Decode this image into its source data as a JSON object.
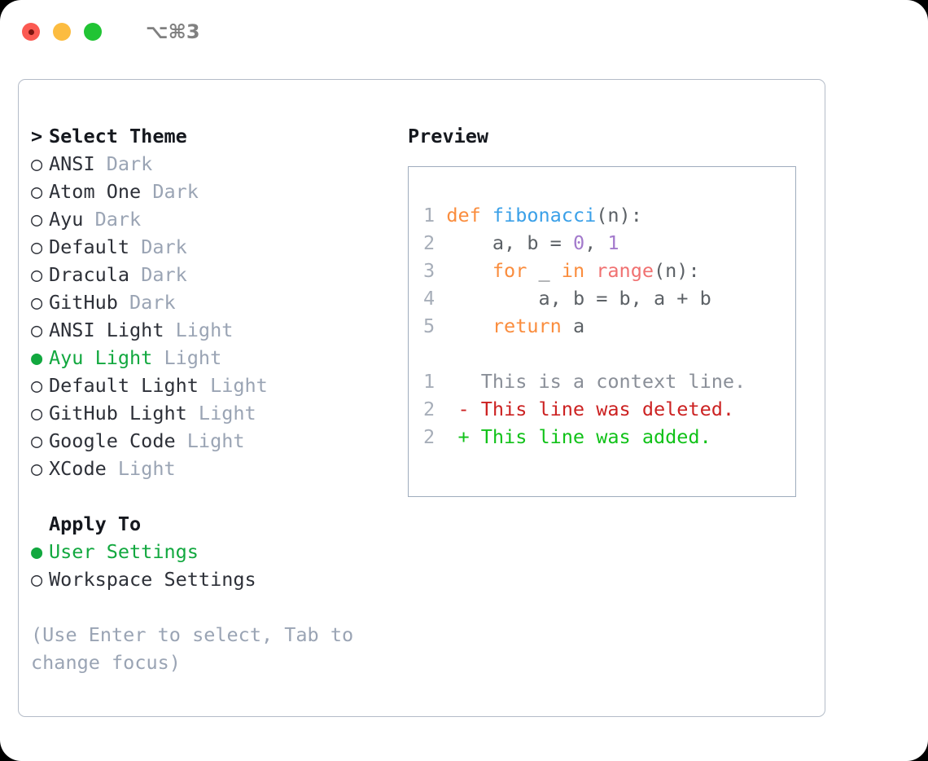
{
  "window": {
    "traffic_lights": [
      "close-red",
      "minimize-yellow",
      "maximize-green"
    ],
    "shortcut": "⌥⌘3"
  },
  "theme_picker": {
    "heading": "Select Theme",
    "prompt": ">",
    "bullet_empty": "○",
    "bullet_full": "●",
    "items": [
      {
        "name": "ANSI",
        "tag": "Dark",
        "selected": false
      },
      {
        "name": "Atom One",
        "tag": "Dark",
        "selected": false
      },
      {
        "name": "Ayu",
        "tag": "Dark",
        "selected": false
      },
      {
        "name": "Default",
        "tag": "Dark",
        "selected": false
      },
      {
        "name": "Dracula",
        "tag": "Dark",
        "selected": false
      },
      {
        "name": "GitHub",
        "tag": "Dark",
        "selected": false
      },
      {
        "name": "ANSI Light",
        "tag": "Light",
        "selected": false
      },
      {
        "name": "Ayu Light",
        "tag": "Light",
        "selected": true
      },
      {
        "name": "Default Light",
        "tag": "Light",
        "selected": false
      },
      {
        "name": "GitHub Light",
        "tag": "Light",
        "selected": false
      },
      {
        "name": "Google Code",
        "tag": "Light",
        "selected": false
      },
      {
        "name": "XCode",
        "tag": "Light",
        "selected": false
      }
    ]
  },
  "apply_to": {
    "heading": "Apply To",
    "items": [
      {
        "name": "User Settings",
        "selected": true
      },
      {
        "name": "Workspace Settings",
        "selected": false
      }
    ]
  },
  "hint": "(Use Enter to select, Tab to\nchange focus)",
  "preview": {
    "title": "Preview",
    "code_lines": [
      {
        "no": "1",
        "indent": "",
        "tokens": [
          {
            "t": "def",
            "c": "kw"
          },
          {
            "t": " ",
            "c": "pl"
          },
          {
            "t": "fibonacci",
            "c": "fn"
          },
          {
            "t": "(n):",
            "c": "pl"
          }
        ]
      },
      {
        "no": "2",
        "indent": "    ",
        "tokens": [
          {
            "t": "a, b = ",
            "c": "pl"
          },
          {
            "t": "0",
            "c": "num"
          },
          {
            "t": ", ",
            "c": "pl"
          },
          {
            "t": "1",
            "c": "num"
          }
        ]
      },
      {
        "no": "3",
        "indent": "   ",
        "tokens": [
          {
            "t": " for",
            "c": "kw"
          },
          {
            "t": " _ ",
            "c": "pl"
          },
          {
            "t": "in",
            "c": "kw"
          },
          {
            "t": " ",
            "c": "pl"
          },
          {
            "t": "range",
            "c": "bi"
          },
          {
            "t": "(n):",
            "c": "pl"
          }
        ]
      },
      {
        "no": "4",
        "indent": "        ",
        "tokens": [
          {
            "t": "a, b = b, a + b",
            "c": "pl"
          }
        ]
      },
      {
        "no": "5",
        "indent": "   ",
        "tokens": [
          {
            "t": " return",
            "c": "kw"
          },
          {
            "t": " a",
            "c": "pl"
          }
        ]
      }
    ],
    "diff_lines": [
      {
        "no": "1",
        "sign": " ",
        "text": " This is a context line.",
        "kind": "ctx"
      },
      {
        "no": "2",
        "sign": "-",
        "text": " This line was deleted.",
        "kind": "del"
      },
      {
        "no": "2",
        "sign": "+",
        "text": " This line was added.",
        "kind": "add"
      }
    ]
  },
  "colors": {
    "accent_green": "#12a83f",
    "muted_gray": "#9aa4b4",
    "border": "#b4bcc8",
    "keyword": "#fa8d3e",
    "function": "#3aa0e8",
    "number": "#a37acc",
    "builtin": "#f07171",
    "diff_delete": "#cc2222",
    "diff_add": "#11c219"
  }
}
